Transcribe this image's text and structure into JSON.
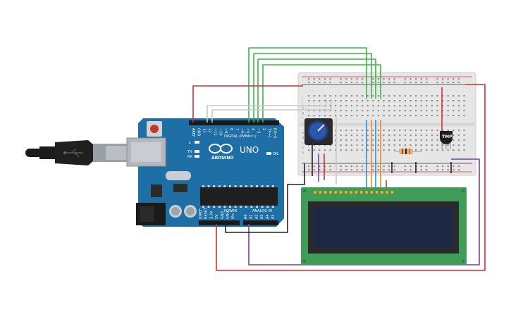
{
  "arduino": {
    "model": "UNO",
    "brand": "ARDUINO",
    "digital_header": "DIGITAL (PWM=~)",
    "power_header": "POWER",
    "analog_header": "ANALOG IN",
    "on_label": "ON",
    "l_label": "L",
    "tx_label": "TX",
    "rx_label": "RX",
    "digital_pins": [
      "AREF",
      "GND",
      "13",
      "12",
      "~11",
      "~10",
      "~9",
      "8",
      "7",
      "~6",
      "~5",
      "4",
      "~3",
      "2",
      "TX→1",
      "RX←0"
    ],
    "power_pins": [
      "IOREF",
      "RESET",
      "3.3V",
      "5V",
      "GND",
      "GND",
      "Vin"
    ],
    "analog_pins": [
      "A0",
      "A1",
      "A2",
      "A3",
      "A4",
      "A5"
    ]
  },
  "temp_sensor": {
    "label": "TMP"
  },
  "breadboard": {
    "row_letters_top": [
      "j",
      "i",
      "h",
      "g",
      "f"
    ],
    "row_letters_bottom": [
      "e",
      "d",
      "c",
      "b",
      "a"
    ]
  },
  "colors": {
    "red_wire": "#d32f2f",
    "green_wire": "#3cb44b",
    "purple_wire": "#7b3fa0",
    "blue_wire": "#2f8fd8",
    "orange_wire": "#f08a24",
    "gray_wire": "#c8c8c8",
    "black_wire": "#222222",
    "arduino_board": "#1e6fa5",
    "lcd_pcb": "#3f9d58",
    "lcd_screen": "#1c2844"
  }
}
